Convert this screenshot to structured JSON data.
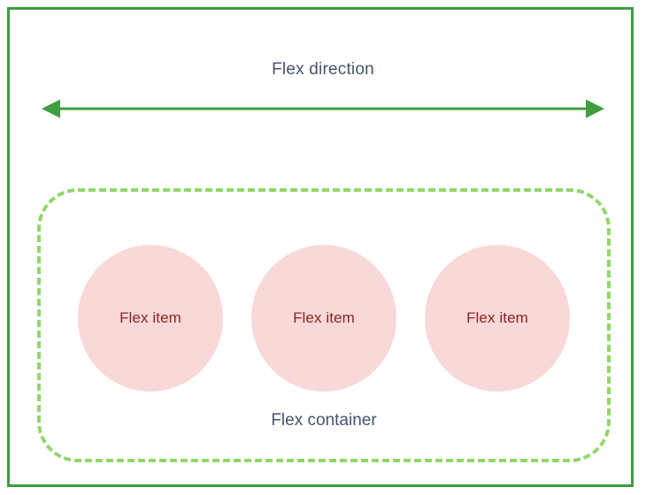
{
  "diagram": {
    "title_label": "Flex direction",
    "container_label": "Flex container",
    "colors": {
      "outer_border": "#3f9c3f",
      "arrow": "#3f9c3f",
      "dashed_border": "#92d66a",
      "item_fill": "#f9d8d8",
      "item_text": "#8d2323",
      "caption_text": "#45546b",
      "background": "#ffffff"
    },
    "arrow": {
      "name": "flex-direction-arrow",
      "orientation": "horizontal",
      "heads": "both"
    },
    "items": [
      {
        "label": "Flex item"
      },
      {
        "label": "Flex item"
      },
      {
        "label": "Flex item"
      }
    ]
  }
}
